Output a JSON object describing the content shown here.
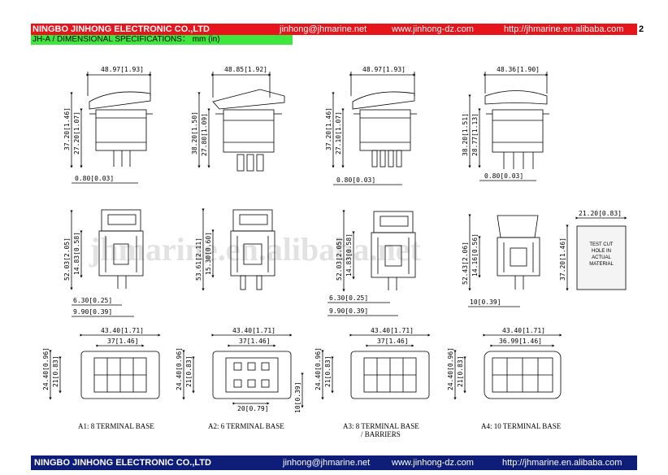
{
  "header": {
    "company": "NINGBO JINHONG ELECTRONIC CO.,LTD",
    "email": "jinhong@jhmarine.net",
    "website": "www.jinhong-dz.com",
    "alibaba": "http://jhmarine.en.alibaba.com",
    "page_number": "2"
  },
  "subheader": "JH-A / DIMENSIONAL SPECIFICATIONS： mm (in)",
  "watermark": "jhmarine.en.alibaba.net",
  "dims": {
    "row1": {
      "a_top": "48.97[1.93]",
      "a_h1": "37.20[1.46]",
      "a_h2": "27.20[1.07]",
      "a_b": "0.80[0.03]",
      "b_top": "48.85[1.92]",
      "b_h1": "38.20[1.50]",
      "b_h2": "27.80[1.09]",
      "c_top": "48.97[1.93]",
      "c_h1": "37.20[1.46]",
      "c_h2": "27.10[1.07]",
      "c_b": "0.80[0.03]",
      "d_top": "48.36[1.90]",
      "d_h1": "38.20[1.51]",
      "d_h2": "28.77[1.13]",
      "d_b": "0.80[0.03]"
    },
    "row2": {
      "a_h1": "52.03[2.05]",
      "a_h2": "14.83[0.58]",
      "a_b1": "6.30[0.25]",
      "a_b2": "9.90[0.39]",
      "b_h1": "53.61[2.11]",
      "b_h2": "15.30[0.60]",
      "c_h1": "52.03[2.05]",
      "c_h2": "14.83[0.58]",
      "c_b1": "6.30[0.25]",
      "c_b2": "9.90[0.39]",
      "d_h1": "52.43[2.06]",
      "d_h2": "14.16[0.56]",
      "d_b": "10[0.39]",
      "cut_w": "21.20[0.83]",
      "cut_h": "37.20[1.46]",
      "cut_text": [
        "TEST CUT",
        "HOLE IN",
        "ACTUAL",
        "MATERIAL"
      ]
    },
    "row3": {
      "a_w1": "43.40[1.71]",
      "a_w2": "37[1.46]",
      "a_h1": "24.40[0.96]",
      "a_h2": "21[0.83]",
      "b_w1": "43.40[1.71]",
      "b_w2": "37[1.46]",
      "b_h1": "24.40[0.96]",
      "b_h2": "21[0.83]",
      "b_b": "20[0.79]",
      "b_r": "10[0.39]",
      "c_w1": "43.40[1.71]",
      "c_w2": "37[1.46]",
      "c_h1": "24.40[0.96]",
      "c_h2": "21[0.83]",
      "d_w1": "43.40[1.71]",
      "d_w2": "36.99[1.46]",
      "d_h1": "24.40[0.96]",
      "d_h2": "21[0.83]"
    }
  },
  "captions": {
    "a1": "A1: 8 TERMINAL BASE",
    "a2": "A2: 6 TERMINAL BASE",
    "a3": "A3: 8 TERMINAL BASE",
    "a3_sub": "/ BARRIERS",
    "a4": "A4: 10 TERMINAL BASE"
  },
  "footer": {
    "company": "NINGBO JINHONG ELECTRONIC CO.,LTD",
    "email": "jinhong@jhmarine.net",
    "website": "www.jinhong-dz.com",
    "alibaba": "http://jhmarine.en.alibaba.com"
  }
}
